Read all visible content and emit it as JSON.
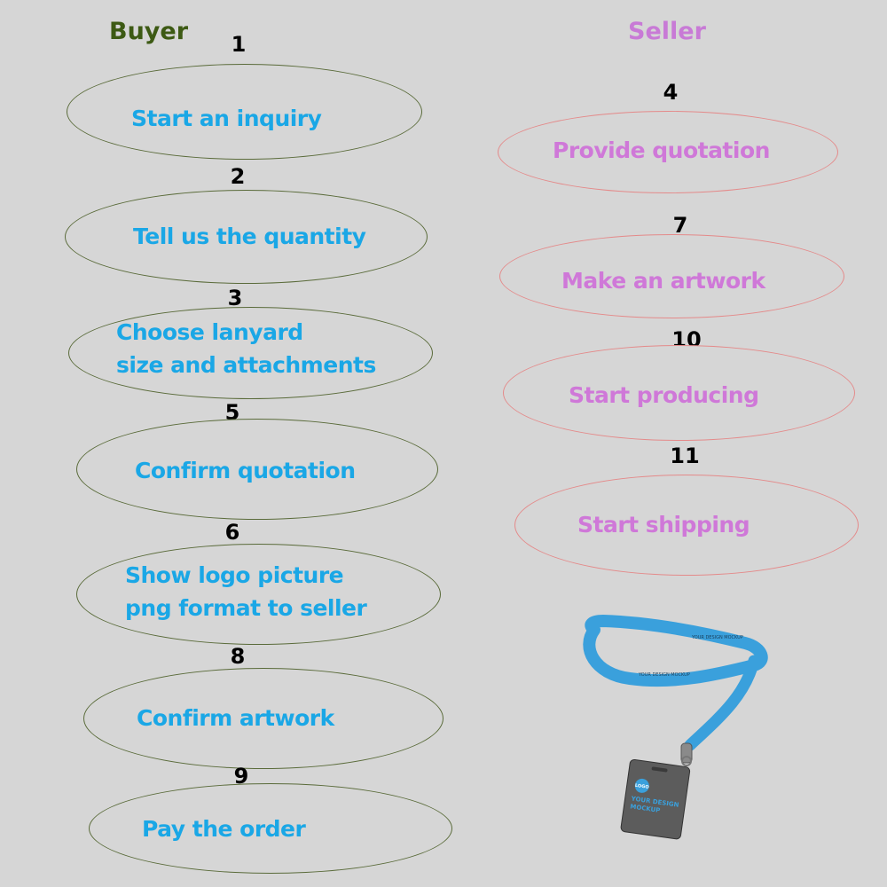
{
  "headings": {
    "buyer": "Buyer",
    "seller": "Seller"
  },
  "buyer_steps": [
    {
      "number": "1",
      "label": "Start an inquiry"
    },
    {
      "number": "2",
      "label": "Tell us the quantity"
    },
    {
      "number": "3",
      "label": "Choose lanyard\nsize and attachments"
    },
    {
      "number": "5",
      "label": "Confirm quotation"
    },
    {
      "number": "6",
      "label": "Show logo picture\npng format to seller"
    },
    {
      "number": "8",
      "label": "Confirm artwork"
    },
    {
      "number": "9",
      "label": "Pay the order"
    }
  ],
  "seller_steps": [
    {
      "number": "4",
      "label": "Provide quotation"
    },
    {
      "number": "7",
      "label": "Make an artwork"
    },
    {
      "number": "10",
      "label": "Start producing"
    },
    {
      "number": "11",
      "label": "Start shipping"
    }
  ],
  "mockup": {
    "strap_text": "YOUR DESIGN MOCKUP",
    "badge_logo": "LOGO",
    "badge_line1": "YOUR DESIGN",
    "badge_line2": "MOCKUP"
  },
  "colors": {
    "background": "#d6d6d6",
    "buyer_text": "#1aa7e6",
    "seller_text": "#cf78d8",
    "buyer_heading": "#3d5a14",
    "lanyard": "#3aa0dc"
  }
}
